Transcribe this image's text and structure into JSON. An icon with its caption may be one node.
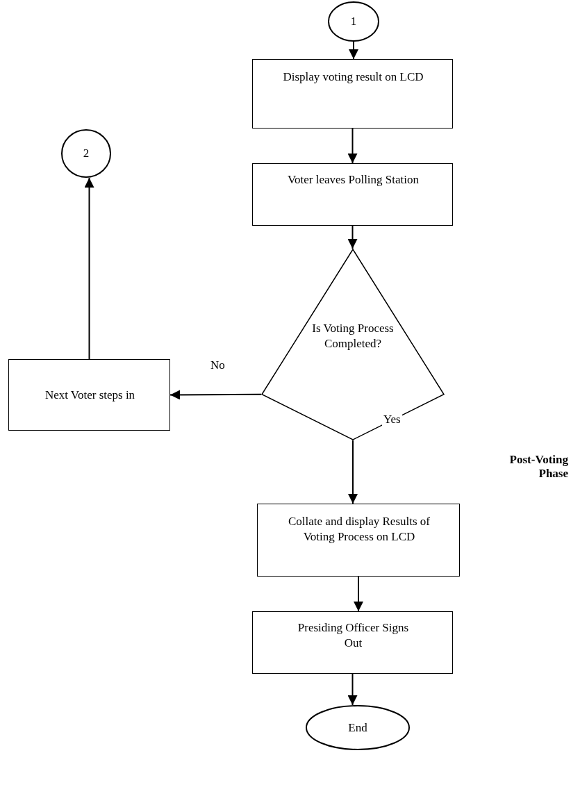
{
  "diagram": {
    "nodes": [
      {
        "text": [
          "1"
        ]
      },
      {
        "text": [
          "Display voting result on LCD"
        ]
      },
      {
        "text": [
          "2"
        ]
      },
      {
        "text": [
          "Voter leaves Polling Station"
        ]
      },
      {
        "text": [
          "Is Voting Process Completed?"
        ]
      },
      {
        "text": [
          "Next Voter steps in"
        ]
      },
      {
        "text": [
          "Collate and display Results of Voting Process on LCD"
        ]
      },
      {
        "text": [
          "Presiding Officer Signs Out"
        ]
      },
      {
        "text": [
          "End"
        ]
      }
    ],
    "edges": [
      {
        "from": 0,
        "to": 1,
        "arrow": "to"
      },
      {
        "from": 1,
        "to": 3,
        "arrow": "to"
      },
      {
        "from": 3,
        "to": 4,
        "arrow": "to"
      },
      {
        "from": 4,
        "to": 5,
        "label": "No",
        "arrow": "to"
      },
      {
        "from": 5,
        "to": 2,
        "arrow": "to"
      },
      {
        "from": 4,
        "to": 6,
        "label": "Yes",
        "arrow": "to"
      },
      {
        "from": 6,
        "to": 7,
        "arrow": "to"
      },
      {
        "from": 7,
        "to": 8,
        "arrow": "to"
      }
    ],
    "labels": [
      "Post-Voting Phase"
    ]
  }
}
